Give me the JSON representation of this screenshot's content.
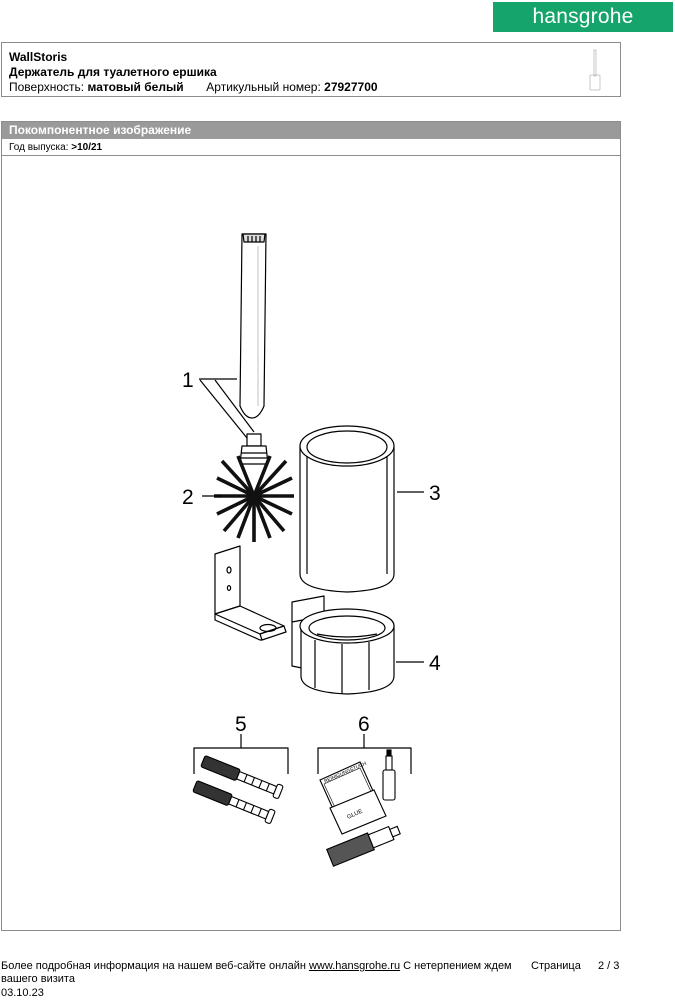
{
  "brand": "hansgrohe",
  "header": {
    "series": "WallStoris",
    "product": "Держатель для туалетного ершика",
    "surface_label": "Поверхность:",
    "surface_value": "матовый белый",
    "article_label": "Артикульный номер:",
    "article_value": "27927700"
  },
  "section": {
    "title": "Покомпонентное изображение",
    "release_label": "Год выпуска:",
    "release_value": ">10/21"
  },
  "drawing": {
    "labels": [
      "1",
      "2",
      "3",
      "4",
      "5",
      "6"
    ],
    "kit_texts": [
      "REINIGUNGSTUCH",
      "GLUE"
    ]
  },
  "footer": {
    "info_text": "Более подробная информация на нашем веб-сайте онлайн",
    "url": "www.hansgrohe.ru",
    "greeting_1": "С нетерпением ждем",
    "greeting_2": "вашего визита",
    "date": "03.10.23",
    "page_label": "Страница",
    "page_number": "2 / 3"
  },
  "colors": {
    "brand_green": "#15a56a",
    "section_bar": "#9a9a9a",
    "border": "#8c8c8c"
  }
}
